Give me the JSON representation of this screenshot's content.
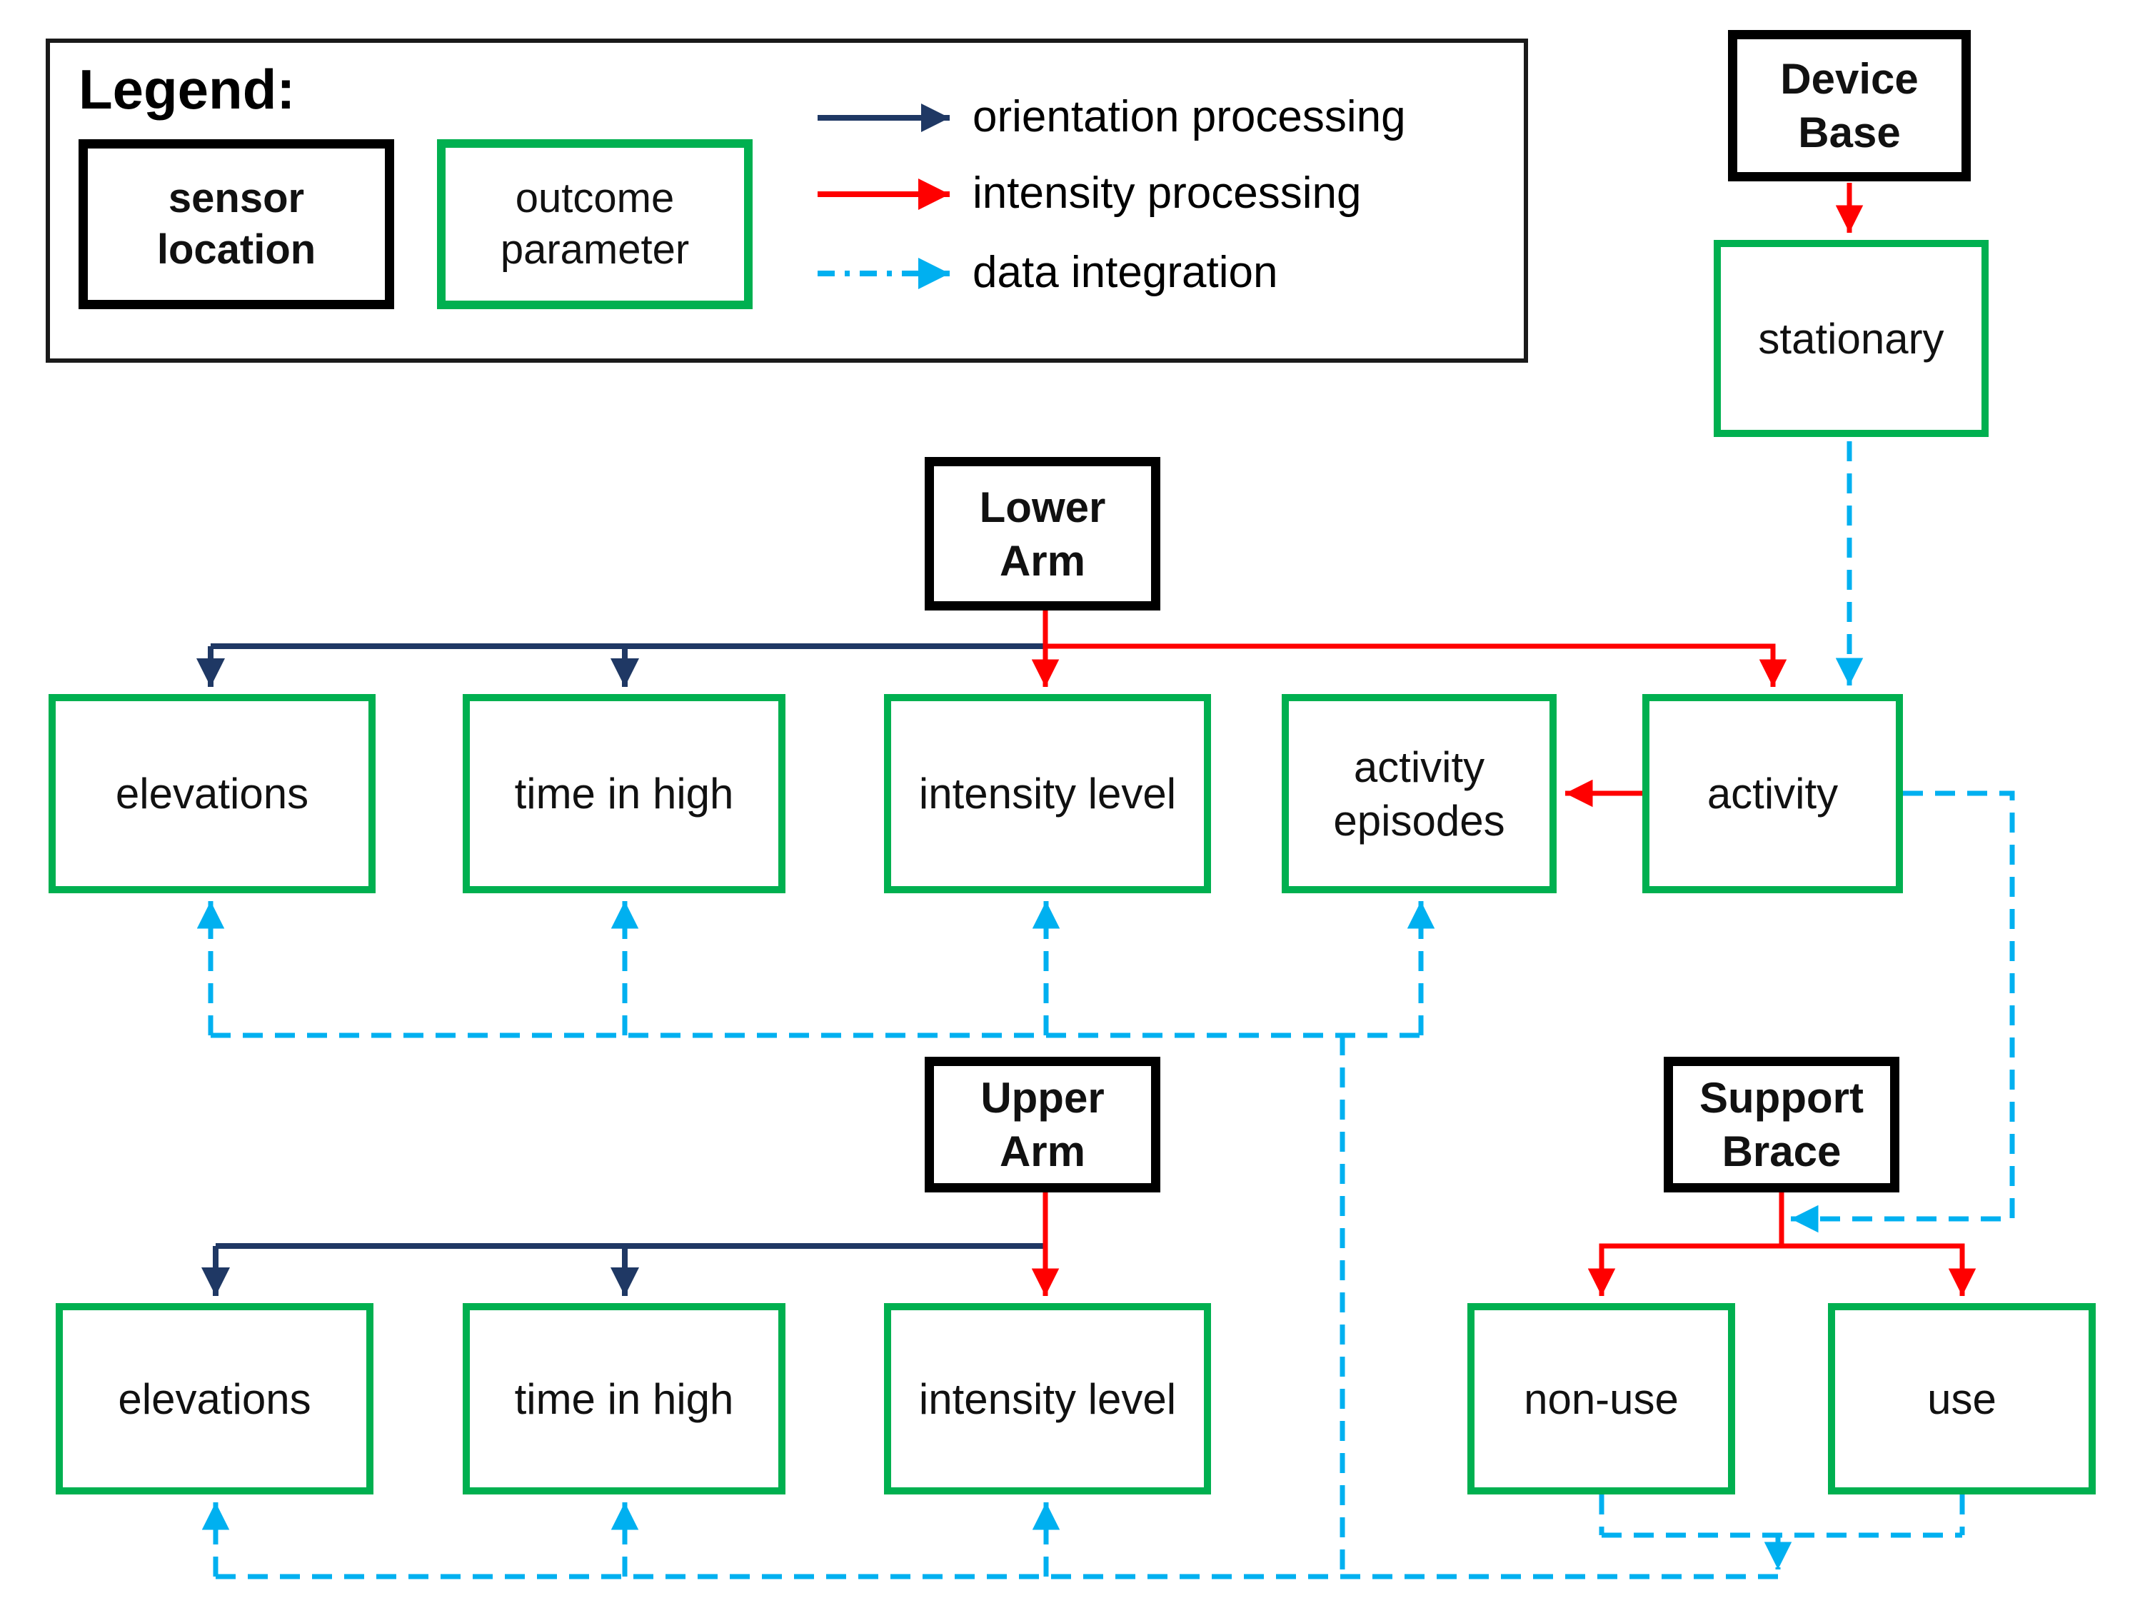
{
  "legend": {
    "title": "Legend:",
    "sensor_location_label": "sensor\nlocation",
    "outcome_parameter_label": "outcome\nparameter",
    "arrows": [
      {
        "id": "orientation",
        "label": "orientation processing",
        "color": "#1F3864",
        "style": "solid"
      },
      {
        "id": "intensity",
        "label": "intensity processing",
        "color": "#FF0000",
        "style": "solid"
      },
      {
        "id": "integration",
        "label": "data integration",
        "color": "#00B0F0",
        "style": "dash-dot"
      }
    ]
  },
  "colors": {
    "sensor_box_border": "#000000",
    "outcome_box_border": "#00B050",
    "orientation_processing": "#1F3864",
    "intensity_processing": "#FF0000",
    "data_integration": "#00B0F0"
  },
  "nodes": {
    "device_base": "Device\nBase",
    "stationary": "stationary",
    "lower_arm": "Lower\nArm",
    "upper_arm": "Upper\nArm",
    "support_brace": "Support\nBrace",
    "row1": {
      "elevations": "elevations",
      "time_in_high": "time in high",
      "intensity_level": "intensity level",
      "activity_episodes": "activity\nepisodes",
      "activity": "activity"
    },
    "row2": {
      "elevations": "elevations",
      "time_in_high": "time in high",
      "intensity_level": "intensity level",
      "non_use": "non-use",
      "use": "use"
    }
  }
}
